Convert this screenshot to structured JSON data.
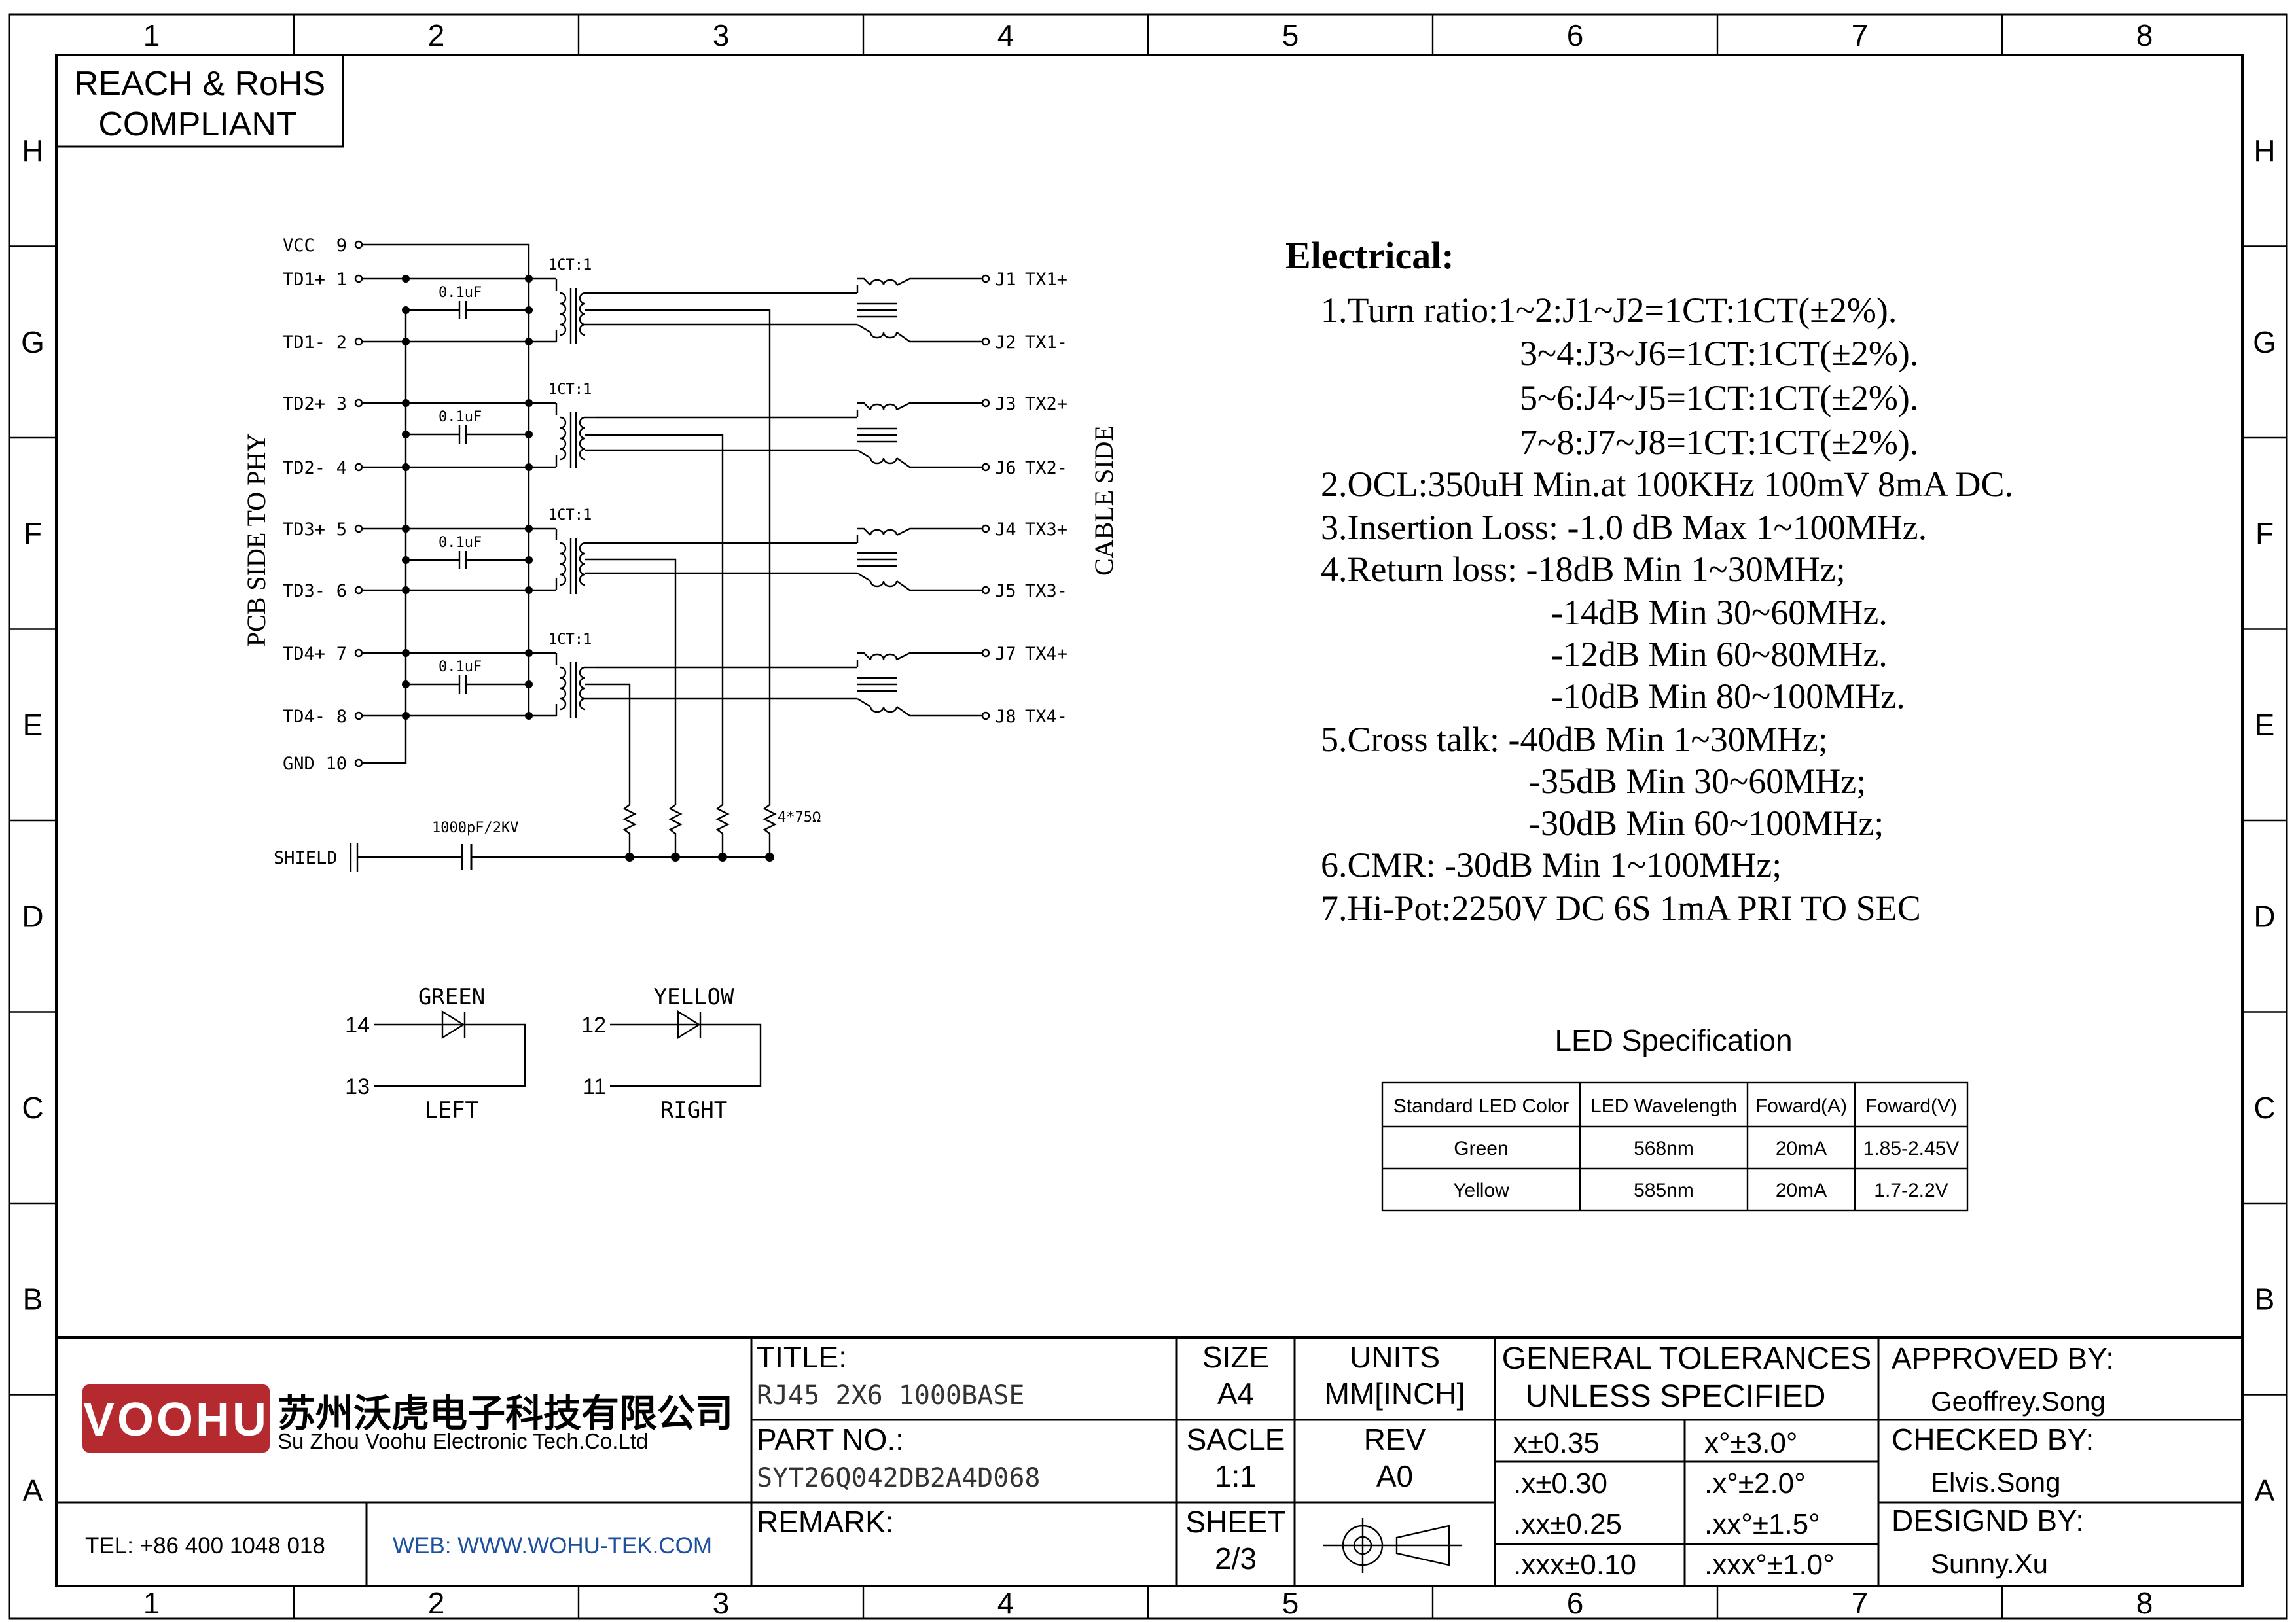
{
  "border": {
    "columns": [
      "1",
      "2",
      "3",
      "4",
      "5",
      "6",
      "7",
      "8"
    ],
    "rows": [
      "H",
      "G",
      "F",
      "E",
      "D",
      "C",
      "B",
      "A"
    ]
  },
  "compliance": {
    "line1": "REACH & RoHS",
    "line2": "COMPLIANT"
  },
  "schematic": {
    "pcb_side": "PCB SIDE TO PHY",
    "cable_side": "CABLE SIDE",
    "left_pins": [
      {
        "label": "VCC",
        "num": "9"
      },
      {
        "label": "TD1+",
        "num": "1"
      },
      {
        "label": "TD1-",
        "num": "2"
      },
      {
        "label": "TD2+",
        "num": "3"
      },
      {
        "label": "TD2-",
        "num": "4"
      },
      {
        "label": "TD3+",
        "num": "5"
      },
      {
        "label": "TD3-",
        "num": "6"
      },
      {
        "label": "TD4+",
        "num": "7"
      },
      {
        "label": "TD4-",
        "num": "8"
      },
      {
        "label": "GND",
        "num": "10"
      }
    ],
    "right_pins": [
      {
        "pin": "J1",
        "label": "TX1+"
      },
      {
        "pin": "J2",
        "label": "TX1-"
      },
      {
        "pin": "J3",
        "label": "TX2+"
      },
      {
        "pin": "J6",
        "label": "TX2-"
      },
      {
        "pin": "J4",
        "label": "TX3+"
      },
      {
        "pin": "J5",
        "label": "TX3-"
      },
      {
        "pin": "J7",
        "label": "TX4+"
      },
      {
        "pin": "J8",
        "label": "TX4-"
      }
    ],
    "cap_label": "0.1uF",
    "ratio_label": "1CT:1",
    "resistor_label": "4*75Ω",
    "shield_label": "SHIELD",
    "shield_cap_label": "1000pF/2KV",
    "leds": [
      {
        "color": "GREEN",
        "side": "LEFT",
        "pin_a": "14",
        "pin_b": "13"
      },
      {
        "color": "YELLOW",
        "side": "RIGHT",
        "pin_a": "12",
        "pin_b": "11"
      }
    ]
  },
  "electrical": {
    "heading": "Electrical:",
    "lines": [
      "1.Turn ratio:1~2:J1~J2=1CT:1CT(±2%).",
      "3~4:J3~J6=1CT:1CT(±2%).",
      "5~6:J4~J5=1CT:1CT(±2%).",
      "7~8:J7~J8=1CT:1CT(±2%).",
      "2.OCL:350uH Min.at 100KHz 100mV 8mA DC.",
      "3.Insertion Loss: -1.0 dB Max 1~100MHz.",
      "4.Return loss: -18dB Min 1~30MHz;",
      "-14dB Min 30~60MHz.",
      "-12dB Min 60~80MHz.",
      "-10dB Min 80~100MHz.",
      "5.Cross talk: -40dB Min 1~30MHz;",
      "-35dB Min 30~60MHz;",
      "-30dB Min 60~100MHz;",
      "6.CMR: -30dB Min 1~100MHz;",
      "7.Hi-Pot:2250V DC 6S 1mA PRI TO SEC"
    ]
  },
  "led_spec": {
    "title": "LED Specification",
    "headers": [
      "Standard LED Color",
      "LED Wavelength",
      "Foward(A)",
      "Foward(V)"
    ],
    "rows": [
      [
        "Green",
        "568nm",
        "20mA",
        "1.85-2.45V"
      ],
      [
        "Yellow",
        "585nm",
        "20mA",
        "1.7-2.2V"
      ]
    ]
  },
  "title_block": {
    "logo": "VOOHU",
    "company_cn": "苏州沃虎电子科技有限公司",
    "company_en": "Su Zhou Voohu Electronic Tech.Co.Ltd",
    "tel": "TEL: +86 400 1048 018",
    "web": "WEB: WWW.WOHU-TEK.COM",
    "title_label": "TITLE:",
    "title_value": "RJ45 2X6 1000BASE",
    "part_label": "PART NO.:",
    "part_value": "SYT26Q042DB2A4D068",
    "remark_label": "REMARK:",
    "size_label": "SIZE",
    "size_value": "A4",
    "units_label": "UNITS",
    "units_value": "MM[INCH]",
    "scale_label": "SACLE",
    "scale_value": "1:1",
    "rev_label": "REV",
    "rev_value": "A0",
    "sheet_label": "SHEET",
    "sheet_value": "2/3",
    "tol_title1": "GENERAL TOLERANCES",
    "tol_title2": "UNLESS SPECIFIED",
    "tolerances": [
      [
        "x±0.35",
        "x°±3.0°"
      ],
      [
        ".x±0.30",
        ".x°±2.0°"
      ],
      [
        ".xx±0.25",
        ".xx°±1.5°"
      ],
      [
        ".xxx±0.10",
        ".xxx°±1.0°"
      ]
    ],
    "approved_label": "APPROVED BY:",
    "approved_value": "Geoffrey.Song",
    "checked_label": "CHECKED BY:",
    "checked_value": "Elvis.Song",
    "designed_label": "DESIGND BY:",
    "designed_value": "Sunny.Xu"
  },
  "colors": {
    "logo_red": "#b52a2e",
    "web_blue": "#1c4f9c"
  }
}
